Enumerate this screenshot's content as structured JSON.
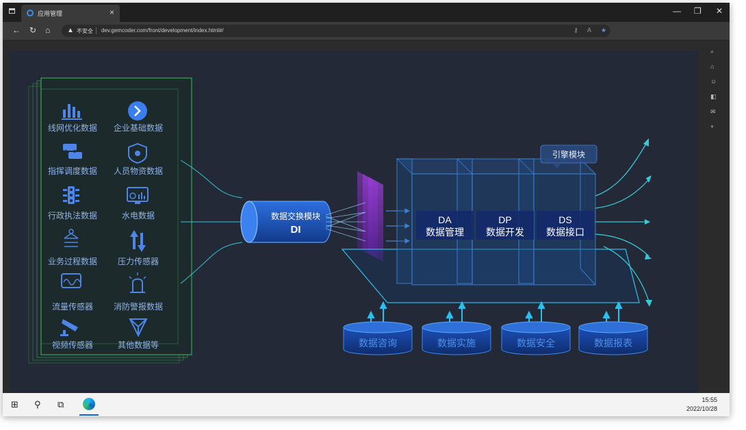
{
  "browser": {
    "tab_title": "应用管理",
    "security_label": "不安全",
    "url": "dev.gemcoder.com/front/development/index.html#/"
  },
  "diagram": {
    "sources": [
      {
        "label": "线网优化数据",
        "icon": "bar-chart-icon"
      },
      {
        "label": "企业基础数据",
        "icon": "chevron-circle-icon"
      },
      {
        "label": "指挥调度数据",
        "icon": "cars-icon"
      },
      {
        "label": "人员物资数据",
        "icon": "shield-eye-icon"
      },
      {
        "label": "行政执法数据",
        "icon": "traffic-light-icon"
      },
      {
        "label": "水电数据",
        "icon": "monitor-chart-icon"
      },
      {
        "label": "业务过程数据",
        "icon": "network-icon"
      },
      {
        "label": "压力传感器",
        "icon": "updown-arrows-icon"
      },
      {
        "label": "流量传感器",
        "icon": "wave-icon"
      },
      {
        "label": "消防警报数据",
        "icon": "alarm-light-icon"
      },
      {
        "label": "视频传感器",
        "icon": "camera-icon"
      },
      {
        "label": "其他数据等",
        "icon": "triangle-nodes-icon"
      }
    ],
    "exchange": {
      "title": "数据交换模块",
      "code": "DI"
    },
    "engine_label": "引擎模块",
    "modules": [
      {
        "code": "DA",
        "name": "数据管理"
      },
      {
        "code": "DP",
        "name": "数据开发"
      },
      {
        "code": "DS",
        "name": "数据接口"
      }
    ],
    "outputs": [
      "数据咨询",
      "数据实施",
      "数据安全",
      "数据报表"
    ]
  },
  "taskbar": {
    "time": "15:55",
    "date": "2022/10/28"
  },
  "colors": {
    "stage_bg": "#232936",
    "accent_blue": "#2f7df0",
    "green_frame": "#3ddc5a",
    "purple": "#8a3cc8",
    "cyan": "#2fd0f0"
  }
}
